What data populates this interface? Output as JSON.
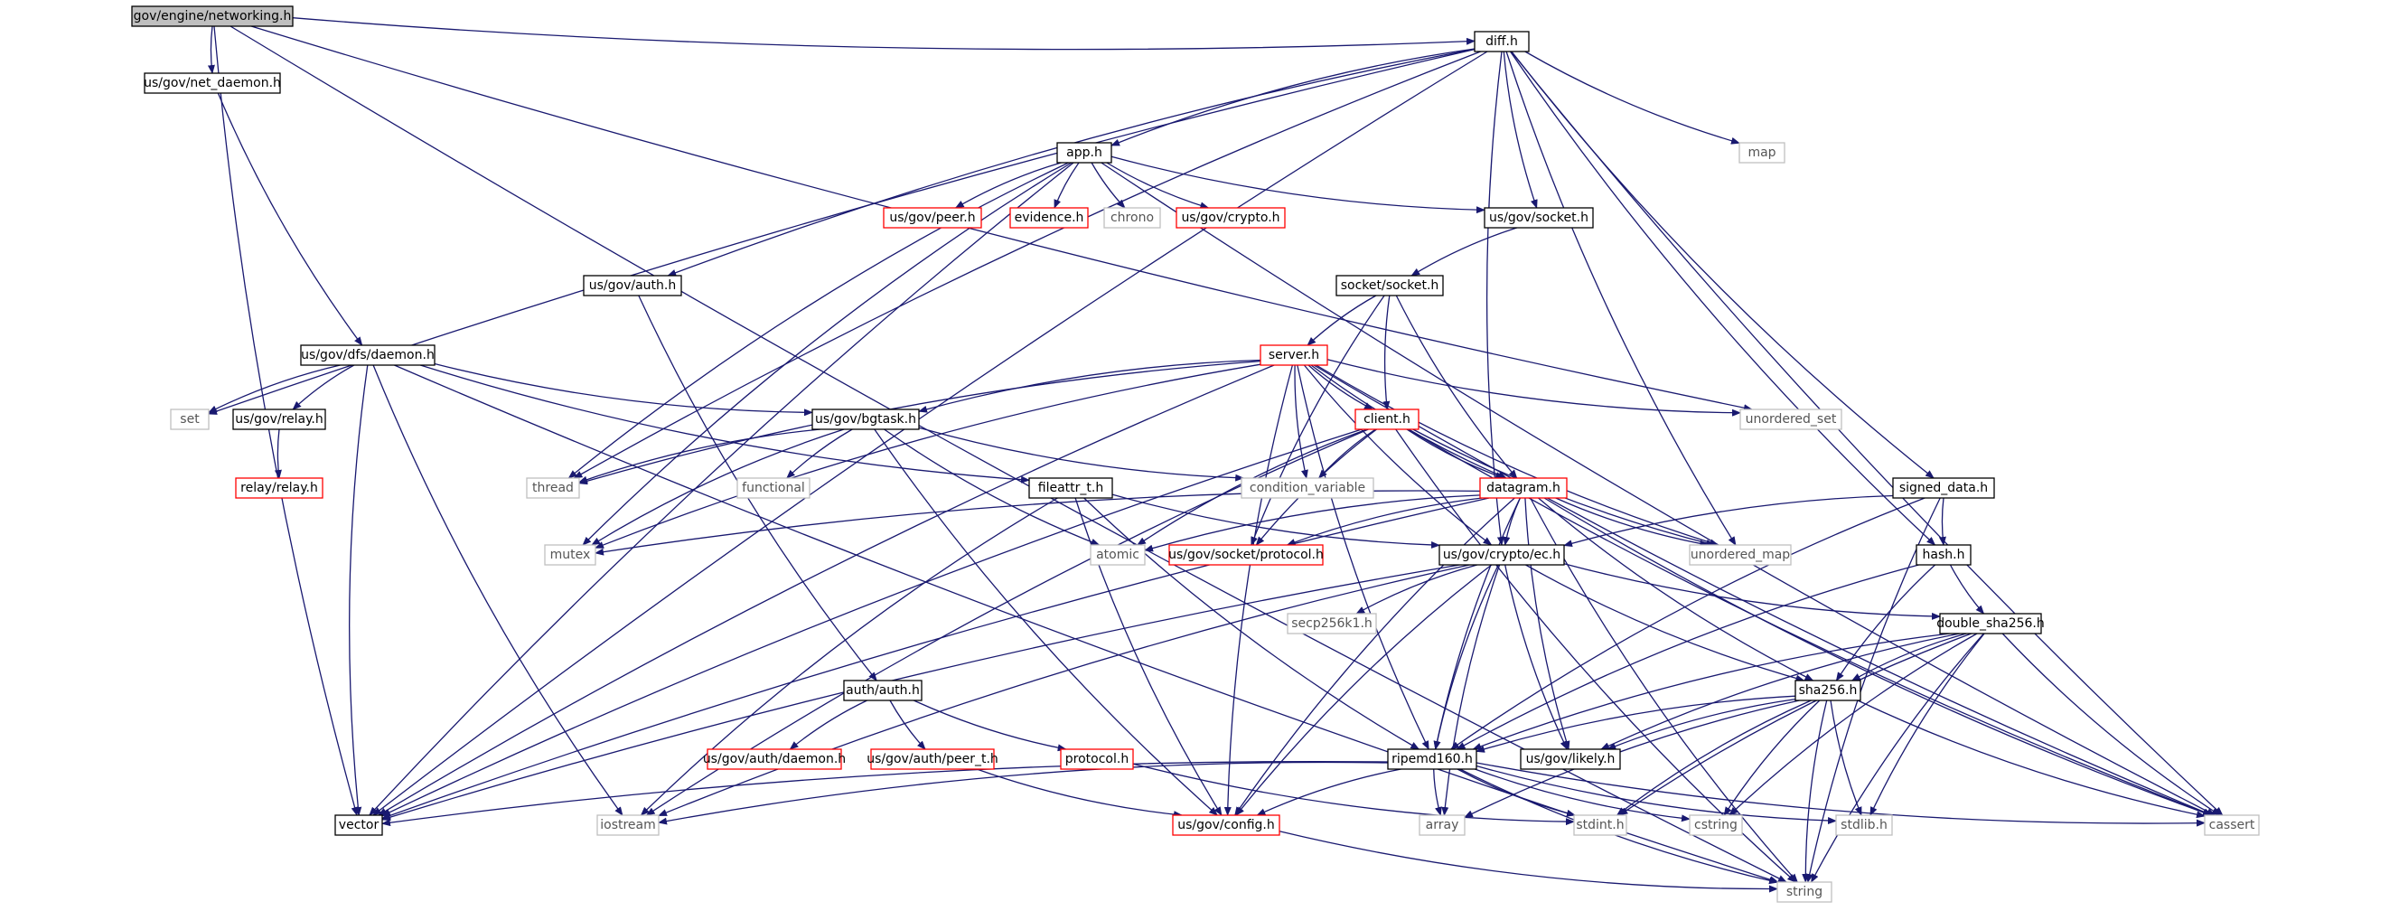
{
  "graph": {
    "edge_color": "#191970",
    "root_fill": "#bfbfbf",
    "truncated_color": "#ff0000",
    "system_color": "#bfbfbf",
    "nodes": [
      {
        "id": "root",
        "label": "gov/engine/networking.h",
        "kind": "root"
      },
      {
        "id": "net_daemon",
        "label": "us/gov/net_daemon.h",
        "kind": "normal"
      },
      {
        "id": "diff",
        "label": "diff.h",
        "kind": "normal"
      },
      {
        "id": "app",
        "label": "app.h",
        "kind": "normal"
      },
      {
        "id": "map",
        "label": "map",
        "kind": "system"
      },
      {
        "id": "peer",
        "label": "us/gov/peer.h",
        "kind": "truncated"
      },
      {
        "id": "evidence",
        "label": "evidence.h",
        "kind": "truncated"
      },
      {
        "id": "chrono",
        "label": "chrono",
        "kind": "system"
      },
      {
        "id": "gcrypto",
        "label": "us/gov/crypto.h",
        "kind": "truncated"
      },
      {
        "id": "gsocket",
        "label": "us/gov/socket.h",
        "kind": "normal"
      },
      {
        "id": "auth",
        "label": "us/gov/auth.h",
        "kind": "normal"
      },
      {
        "id": "socket",
        "label": "socket/socket.h",
        "kind": "normal"
      },
      {
        "id": "dfsd",
        "label": "us/gov/dfs/daemon.h",
        "kind": "normal"
      },
      {
        "id": "server",
        "label": "server.h",
        "kind": "truncated"
      },
      {
        "id": "uset",
        "label": "unordered_set",
        "kind": "system"
      },
      {
        "id": "set",
        "label": "set",
        "kind": "system"
      },
      {
        "id": "relayh",
        "label": "us/gov/relay.h",
        "kind": "normal"
      },
      {
        "id": "bgtask",
        "label": "us/gov/bgtask.h",
        "kind": "normal"
      },
      {
        "id": "client",
        "label": "client.h",
        "kind": "truncated"
      },
      {
        "id": "relayrelay",
        "label": "relay/relay.h",
        "kind": "truncated"
      },
      {
        "id": "thread",
        "label": "thread",
        "kind": "system"
      },
      {
        "id": "functional",
        "label": "functional",
        "kind": "system"
      },
      {
        "id": "condvar",
        "label": "condition_variable",
        "kind": "system"
      },
      {
        "id": "fileattr",
        "label": "fileattr_t.h",
        "kind": "normal"
      },
      {
        "id": "datagram",
        "label": "datagram.h",
        "kind": "truncated"
      },
      {
        "id": "signed",
        "label": "signed_data.h",
        "kind": "normal"
      },
      {
        "id": "mutex",
        "label": "mutex",
        "kind": "system"
      },
      {
        "id": "atomic",
        "label": "atomic",
        "kind": "system"
      },
      {
        "id": "sockproto",
        "label": "us/gov/socket/protocol.h",
        "kind": "truncated"
      },
      {
        "id": "ec",
        "label": "us/gov/crypto/ec.h",
        "kind": "normal"
      },
      {
        "id": "umap",
        "label": "unordered_map",
        "kind": "system"
      },
      {
        "id": "hash",
        "label": "hash.h",
        "kind": "normal"
      },
      {
        "id": "secp",
        "label": "secp256k1.h",
        "kind": "system"
      },
      {
        "id": "dsha",
        "label": "double_sha256.h",
        "kind": "normal"
      },
      {
        "id": "authauth",
        "label": "auth/auth.h",
        "kind": "normal"
      },
      {
        "id": "sha",
        "label": "sha256.h",
        "kind": "normal"
      },
      {
        "id": "authdaemon",
        "label": "us/gov/auth/daemon.h",
        "kind": "truncated"
      },
      {
        "id": "peert",
        "label": "us/gov/auth/peer_t.h",
        "kind": "truncated"
      },
      {
        "id": "protocol",
        "label": "protocol.h",
        "kind": "truncated"
      },
      {
        "id": "ripemd",
        "label": "ripemd160.h",
        "kind": "normal"
      },
      {
        "id": "likely",
        "label": "us/gov/likely.h",
        "kind": "normal"
      },
      {
        "id": "vector",
        "label": "vector",
        "kind": "normal"
      },
      {
        "id": "iostream",
        "label": "iostream",
        "kind": "system"
      },
      {
        "id": "config",
        "label": "us/gov/config.h",
        "kind": "truncated"
      },
      {
        "id": "array",
        "label": "array",
        "kind": "system"
      },
      {
        "id": "stdint",
        "label": "stdint.h",
        "kind": "system"
      },
      {
        "id": "cstring",
        "label": "cstring",
        "kind": "system"
      },
      {
        "id": "stdlib",
        "label": "stdlib.h",
        "kind": "system"
      },
      {
        "id": "cassert",
        "label": "cassert",
        "kind": "system"
      },
      {
        "id": "string",
        "label": "string",
        "kind": "system"
      }
    ],
    "edges": [
      [
        "root",
        "net_daemon"
      ],
      [
        "root",
        "diff"
      ],
      [
        "root",
        "vector"
      ],
      [
        "root",
        "string"
      ],
      [
        "root",
        "uset"
      ],
      [
        "net_daemon",
        "dfsd"
      ],
      [
        "diff",
        "app"
      ],
      [
        "diff",
        "map"
      ],
      [
        "diff",
        "gsocket"
      ],
      [
        "diff",
        "auth"
      ],
      [
        "diff",
        "set"
      ],
      [
        "diff",
        "thread"
      ],
      [
        "diff",
        "vector"
      ],
      [
        "diff",
        "ec"
      ],
      [
        "diff",
        "umap"
      ],
      [
        "diff",
        "signed"
      ],
      [
        "diff",
        "hash"
      ],
      [
        "diff",
        "cassert"
      ],
      [
        "app",
        "peer"
      ],
      [
        "app",
        "evidence"
      ],
      [
        "app",
        "chrono"
      ],
      [
        "app",
        "gcrypto"
      ],
      [
        "app",
        "gsocket"
      ],
      [
        "app",
        "thread"
      ],
      [
        "app",
        "mutex"
      ],
      [
        "app",
        "vector"
      ],
      [
        "app",
        "cassert"
      ],
      [
        "gsocket",
        "socket"
      ],
      [
        "auth",
        "authauth"
      ],
      [
        "socket",
        "server"
      ],
      [
        "socket",
        "client"
      ],
      [
        "socket",
        "datagram"
      ],
      [
        "socket",
        "sockproto"
      ],
      [
        "dfsd",
        "set"
      ],
      [
        "dfsd",
        "relayh"
      ],
      [
        "dfsd",
        "bgtask"
      ],
      [
        "dfsd",
        "fileattr"
      ],
      [
        "dfsd",
        "vector"
      ],
      [
        "dfsd",
        "iostream"
      ],
      [
        "dfsd",
        "string"
      ],
      [
        "relayh",
        "relayrelay"
      ],
      [
        "server",
        "uset"
      ],
      [
        "server",
        "bgtask"
      ],
      [
        "server",
        "client"
      ],
      [
        "server",
        "datagram"
      ],
      [
        "server",
        "thread"
      ],
      [
        "server",
        "mutex"
      ],
      [
        "server",
        "condvar"
      ],
      [
        "server",
        "ec"
      ],
      [
        "server",
        "umap"
      ],
      [
        "server",
        "vector"
      ],
      [
        "server",
        "config"
      ],
      [
        "server",
        "ripemd"
      ],
      [
        "server",
        "cassert"
      ],
      [
        "bgtask",
        "thread"
      ],
      [
        "bgtask",
        "functional"
      ],
      [
        "bgtask",
        "condvar"
      ],
      [
        "bgtask",
        "mutex"
      ],
      [
        "bgtask",
        "atomic"
      ],
      [
        "bgtask",
        "config"
      ],
      [
        "client",
        "datagram"
      ],
      [
        "client",
        "condvar"
      ],
      [
        "client",
        "atomic"
      ],
      [
        "client",
        "sockproto"
      ],
      [
        "client",
        "umap"
      ],
      [
        "client",
        "vector"
      ],
      [
        "client",
        "iostream"
      ],
      [
        "client",
        "cassert"
      ],
      [
        "client",
        "string"
      ],
      [
        "fileattr",
        "ec"
      ],
      [
        "fileattr",
        "ripemd"
      ],
      [
        "fileattr",
        "config"
      ],
      [
        "fileattr",
        "iostream"
      ],
      [
        "datagram",
        "mutex"
      ],
      [
        "datagram",
        "atomic"
      ],
      [
        "datagram",
        "sockproto"
      ],
      [
        "datagram",
        "ec"
      ],
      [
        "datagram",
        "umap"
      ],
      [
        "datagram",
        "sha"
      ],
      [
        "datagram",
        "ripemd"
      ],
      [
        "datagram",
        "likely"
      ],
      [
        "datagram",
        "vector"
      ],
      [
        "datagram",
        "config"
      ],
      [
        "datagram",
        "cassert"
      ],
      [
        "datagram",
        "string"
      ],
      [
        "signed",
        "ec"
      ],
      [
        "signed",
        "hash"
      ],
      [
        "signed",
        "ripemd"
      ],
      [
        "signed",
        "string"
      ],
      [
        "ec",
        "secp"
      ],
      [
        "ec",
        "dsha"
      ],
      [
        "ec",
        "sha"
      ],
      [
        "ec",
        "ripemd"
      ],
      [
        "ec",
        "likely"
      ],
      [
        "ec",
        "vector"
      ],
      [
        "ec",
        "iostream"
      ],
      [
        "ec",
        "config"
      ],
      [
        "ec",
        "array"
      ],
      [
        "hash",
        "dsha"
      ],
      [
        "hash",
        "sha"
      ],
      [
        "hash",
        "ripemd"
      ],
      [
        "dsha",
        "sha"
      ],
      [
        "dsha",
        "ripemd"
      ],
      [
        "dsha",
        "likely"
      ],
      [
        "dsha",
        "stdint"
      ],
      [
        "dsha",
        "cstring"
      ],
      [
        "dsha",
        "stdlib"
      ],
      [
        "dsha",
        "cassert"
      ],
      [
        "dsha",
        "string"
      ],
      [
        "authauth",
        "authdaemon"
      ],
      [
        "authauth",
        "peert"
      ],
      [
        "authauth",
        "protocol"
      ],
      [
        "peert",
        "config"
      ],
      [
        "protocol",
        "stdint"
      ],
      [
        "sha",
        "ripemd"
      ],
      [
        "sha",
        "likely"
      ],
      [
        "sha",
        "array"
      ],
      [
        "sha",
        "stdint"
      ],
      [
        "sha",
        "cstring"
      ],
      [
        "sha",
        "stdlib"
      ],
      [
        "sha",
        "cassert"
      ],
      [
        "sha",
        "string"
      ],
      [
        "ripemd",
        "vector"
      ],
      [
        "ripemd",
        "iostream"
      ],
      [
        "ripemd",
        "config"
      ],
      [
        "ripemd",
        "array"
      ],
      [
        "ripemd",
        "stdint"
      ],
      [
        "ripemd",
        "cstring"
      ],
      [
        "ripemd",
        "stdlib"
      ],
      [
        "ripemd",
        "cassert"
      ],
      [
        "ripemd",
        "string"
      ],
      [
        "config",
        "string"
      ]
    ]
  }
}
